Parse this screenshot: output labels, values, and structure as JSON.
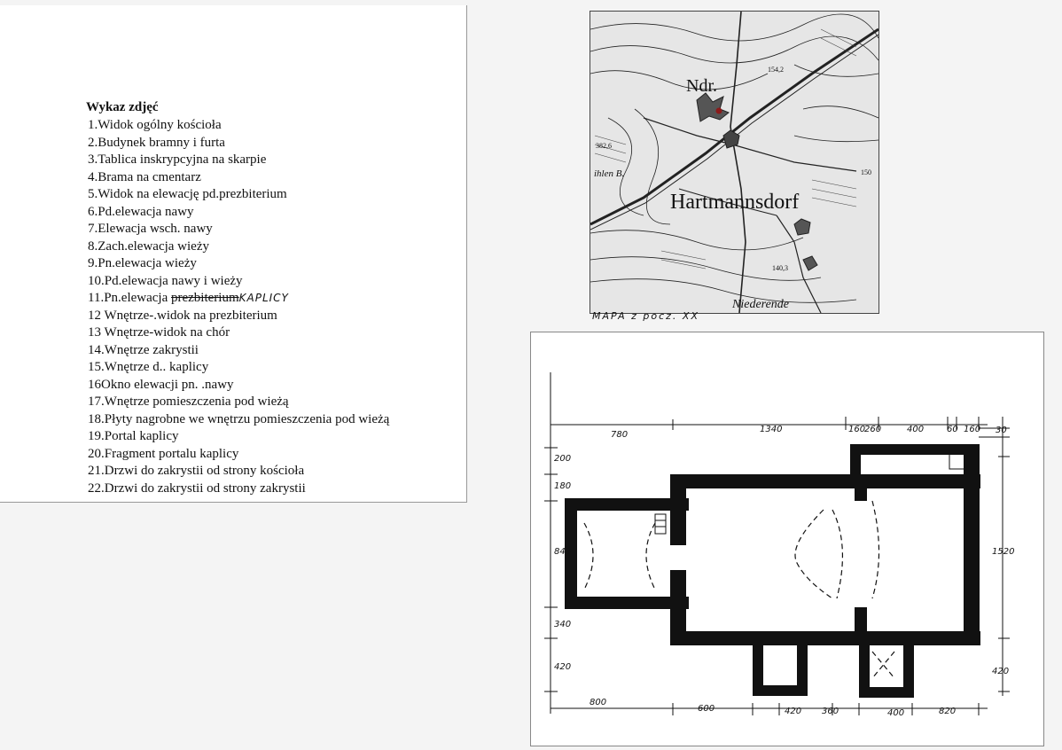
{
  "photo_list": {
    "title": "Wykaz zdjęć",
    "items": [
      "1.Widok ogólny kościoła",
      "2.Budynek bramny i furta",
      "3.Tablica inskrypcyjna na skarpie",
      "4.Brama na cmentarz",
      "5.Widok na elewację pd.prezbiterium",
      "6.Pd.elewacja nawy",
      "7.Elewacja wsch. nawy",
      "8.Zach.elewacja wieży",
      "9.Pn.elewacja wieży",
      "10.Pd.elewacja nawy i  wieży",
      "11.Pn.elewacja",
      "12 Wnętrze-.widok na prezbiterium",
      "13 Wnętrze-widok na chór",
      "14.Wnętrze zakrystii",
      "15.Wnętrze d.. kaplicy",
      "16Okno elewacji pn. .nawy",
      "17.Wnętrze pomieszczenia pod wieżą",
      "18.Płyty nagrobne we wnętrzu pomieszczenia pod wieżą",
      "19.Portal kaplicy",
      "20.Fragment portalu kaplicy",
      "21.Drzwi do zakrystii od strony kościoła",
      "22.Drzwi do zakrystii od strony zakrystii"
    ],
    "item11_struck": "prezbiterium",
    "item11_handwritten": "KAPLICY"
  },
  "map": {
    "labels": {
      "village_abbrev": "Ndr.",
      "village_name": "Hartmannsdorf",
      "place_bottom": "Niederende",
      "hill_left": "ihlen B.",
      "elev_1": "154,2",
      "elev_2": "150",
      "elev_3": "140,3",
      "elev_4": "382,6"
    },
    "caption": "MAPA z pocz. XX"
  },
  "plan": {
    "dims_top": [
      "780",
      "1340",
      "160",
      "260",
      "400",
      "60",
      "160"
    ],
    "dims_right": [
      "30",
      "1520",
      "420"
    ],
    "dims_left": [
      "200",
      "180",
      "840",
      "340",
      "420"
    ],
    "dims_bottom": [
      "800",
      "600",
      "420",
      "360",
      "400",
      "820"
    ]
  }
}
